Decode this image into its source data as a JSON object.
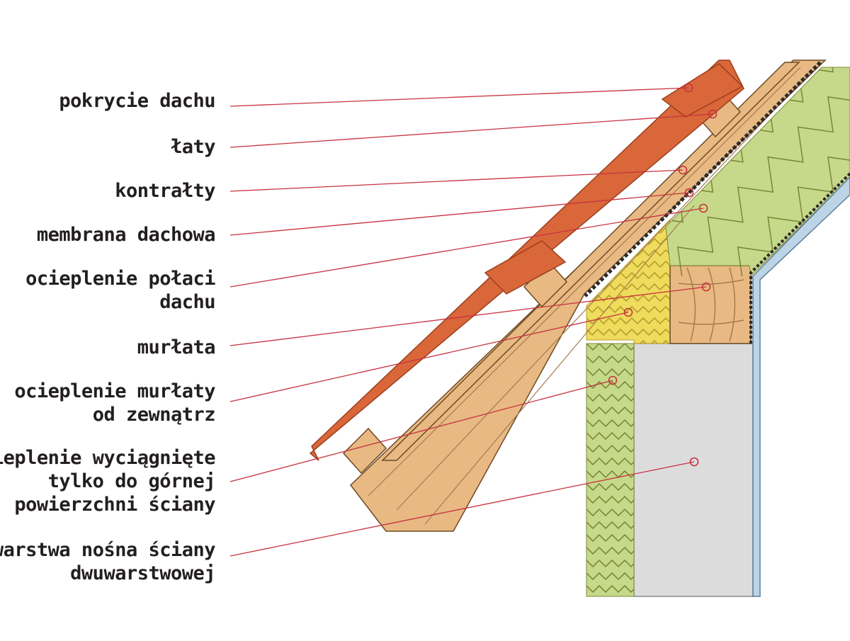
{
  "colors": {
    "leader_line": "#c8323f",
    "tile": "#d9673a",
    "tile_edge": "#9c3f1e",
    "timber": "#e8b983",
    "timber_grain": "#a77a4c",
    "insulation_green": "#c6d98a",
    "insulation_yellow": "#efdb5c",
    "insulation_zigzag": "#7c8a38",
    "wall_grey": "#dcdcdc",
    "cladding_blue": "#bcd4e6",
    "membrane_dark": "#2b2b2b"
  },
  "labels": [
    {
      "id": "pokrycie-dachu",
      "lines": [
        "pokrycie dachu"
      ]
    },
    {
      "id": "laty",
      "lines": [
        "łaty"
      ]
    },
    {
      "id": "kontralaty",
      "lines": [
        "kontrałty"
      ]
    },
    {
      "id": "membrana-dachowa",
      "lines": [
        "membrana dachowa"
      ]
    },
    {
      "id": "ocieplenie-polaci-dachu",
      "lines": [
        "ocieplenie połaci",
        "dachu"
      ]
    },
    {
      "id": "murlata",
      "lines": [
        "murłata"
      ]
    },
    {
      "id": "ocieplenie-murlaty",
      "lines": [
        "ocieplenie murłaty",
        "od zewnątrz"
      ]
    },
    {
      "id": "ocieplenie-wyciagniete",
      "lines": [
        "ocieplenie wyciągnięte",
        "tylko do górnej",
        "powierzchni ściany"
      ]
    },
    {
      "id": "warstwa-nosna",
      "lines": [
        "warstwa nośna ściany",
        "dwuwarstwowej"
      ]
    }
  ]
}
